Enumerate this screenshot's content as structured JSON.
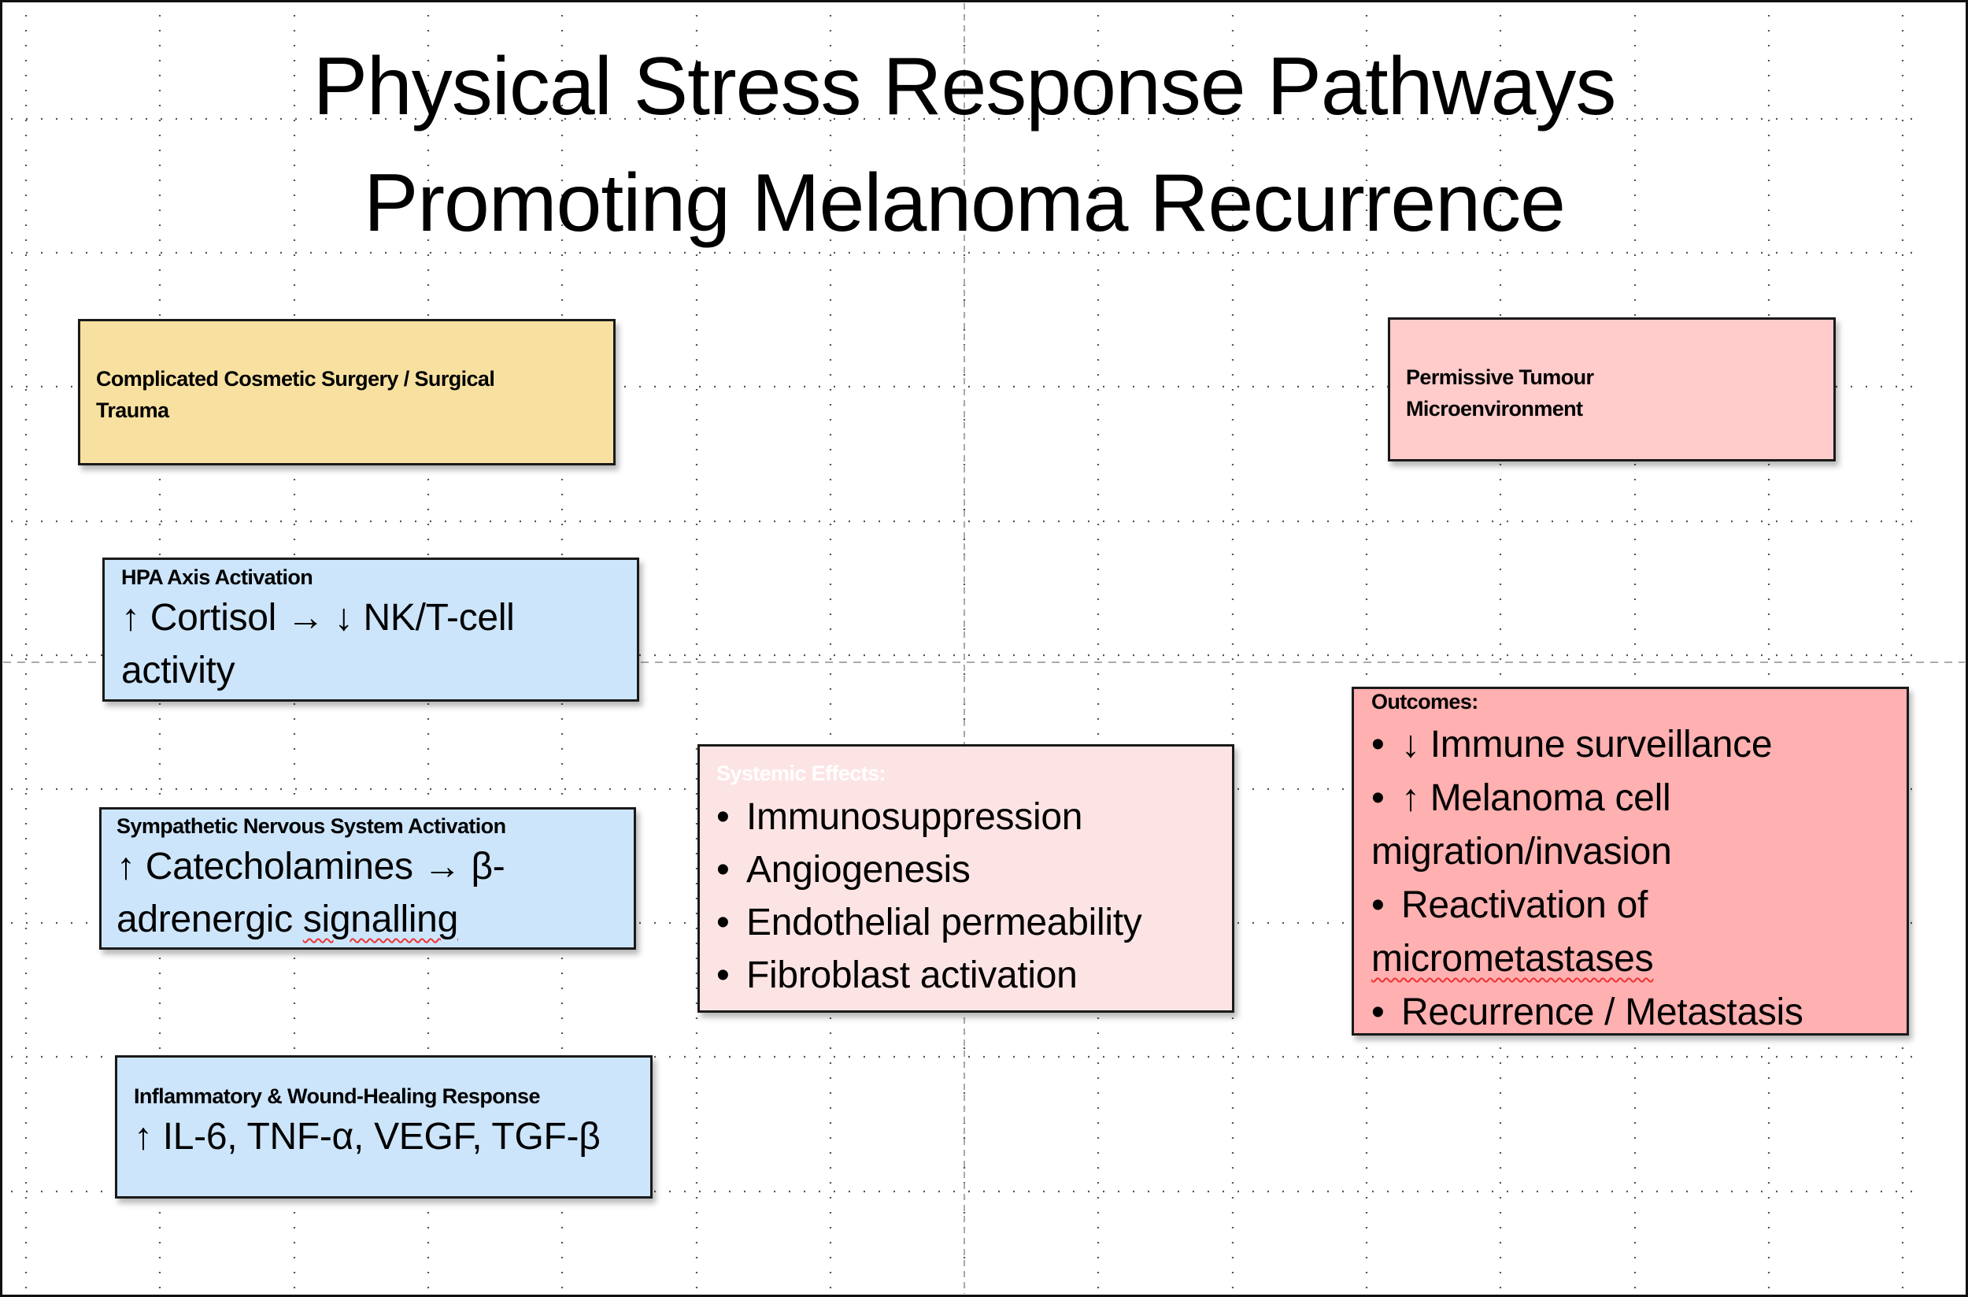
{
  "title": {
    "line1": "Physical Stress Response Pathways",
    "line2": "Promoting Melanoma Recurrence"
  },
  "boxes": {
    "surgery": {
      "lines": [
        "Complicated Cosmetic Surgery / Surgical",
        "Trauma"
      ],
      "fill": "#f8e1a0"
    },
    "permissive": {
      "lines": [
        "Permissive Tumour",
        "Microenvironment"
      ],
      "fill": "#ffcbcb"
    },
    "hpa": {
      "header": "HPA Axis Activation",
      "body_lines": [
        "↑ Cortisol → ↓ NK/T-cell",
        "activity"
      ],
      "fill": "#cce5fb"
    },
    "sns": {
      "header": "Sympathetic Nervous System Activation",
      "body_line1": "↑ Catecholamines → β-",
      "body_line2_a": "adrenergic ",
      "body_line2_b": "signalling",
      "fill": "#cce5fb"
    },
    "inflammatory": {
      "header": "Inflammatory & Wound-Healing Response",
      "body": "↑ IL-6, TNF-α, VEGF, TGF-β",
      "fill": "#cce5fb"
    },
    "systemic": {
      "header": "Systemic Effects:",
      "header_color": "#ffffff",
      "bullet": "•",
      "items": [
        "Immunosuppression",
        "Angiogenesis",
        "Endothelial permeability",
        "Fibroblast activation"
      ],
      "fill": "#fde4e4"
    },
    "outcomes": {
      "header": "Outcomes:",
      "bullet": "•",
      "lines": [
        {
          "bullet": true,
          "text": "↓ Immune surveillance"
        },
        {
          "bullet": true,
          "text": "↑ Melanoma cell"
        },
        {
          "bullet": false,
          "text": "migration/invasion"
        },
        {
          "bullet": true,
          "text": "Reactivation of"
        },
        {
          "bullet": false,
          "text": "micrometastases",
          "spellcheck": true
        },
        {
          "bullet": true,
          "text": "Recurrence / Metastasis"
        }
      ],
      "fill": "#ffb0b0"
    }
  }
}
